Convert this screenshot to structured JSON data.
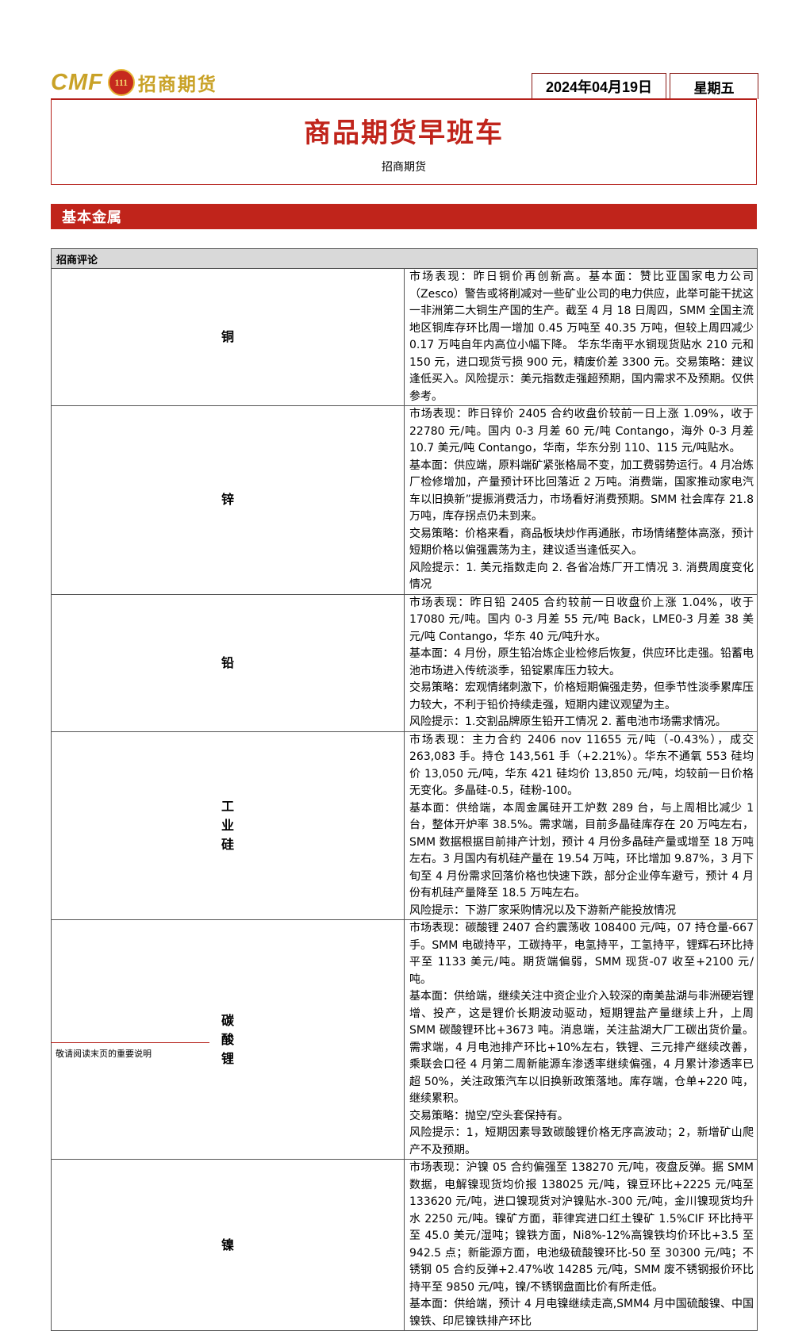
{
  "header": {
    "logo_cmf": "CMF",
    "logo_badge": "111",
    "logo_cn": "招商期货",
    "date": "2024年04月19日",
    "weekday": "星期五"
  },
  "title": "商品期货早班车",
  "subtitle": "招商期货",
  "section_title": "基本金属",
  "table_header": "招商评论",
  "rows": [
    {
      "metal": "铜",
      "paras": [
        "市场表现：昨日铜价再创新高。基本面：赞比亚国家电力公司（Zesco）警告或将削减对一些矿业公司的电力供应，此举可能干扰这一非洲第二大铜生产国的生产。截至 4 月 18 日周四，SMM 全国主流地区铜库存环比周一增加 0.45 万吨至 40.35 万吨，但较上周四减少 0.17 万吨自年内高位小幅下降。 华东华南平水铜现货贴水 210 元和 150 元，进口现货亏损 900 元，精废价差 3300 元。交易策略：建议逢低买入。风险提示：美元指数走强超预期，国内需求不及预期。仅供参考。"
      ]
    },
    {
      "metal": "锌",
      "paras": [
        "市场表现：昨日锌价 2405 合约收盘价较前一日上涨 1.09%，收于 22780 元/吨。国内 0-3 月差 60 元/吨 Contango，海外 0-3 月差 10.7 美元/吨 Contango，华南，华东分别 110、115 元/吨贴水。",
        "基本面：供应端，原料端矿紧张格局不变，加工费弱势运行。4 月冶炼厂检修增加，产量预计环比回落近 2 万吨。消费端，国家推动家电汽车以旧换新”提振消费活力，市场看好消费预期。SMM 社会库存 21.8 万吨，库存拐点仍未到来。",
        "交易策略：价格来看，商品板块炒作再通胀，市场情绪整体高涨，预计短期价格以偏强震荡为主，建议适当逢低买入。",
        "风险提示：1. 美元指数走向 2. 各省冶炼厂开工情况 3. 消费周度变化情况"
      ]
    },
    {
      "metal": "铅",
      "paras": [
        "市场表现：昨日铅 2405 合约较前一日收盘价上涨 1.04%，收于 17080 元/吨。国内 0-3 月差 55 元/吨 Back，LME0-3 月差 38 美元/吨 Contango，华东 40 元/吨升水。",
        "基本面：4 月份，原生铅冶炼企业检修后恢复，供应环比走强。铅蓄电池市场进入传统淡季，铅锭累库压力较大。",
        "交易策略：宏观情绪刺激下，价格短期偏强走势，但季节性淡季累库压力较大，不利于铅价持续走强，短期内建议观望为主。",
        "风险提示：1.交割品牌原生铅开工情况 2. 蓄电池市场需求情况。"
      ]
    },
    {
      "metal": "工业硅",
      "paras": [
        "市场表现：主力合约 2406 nov 11655 元/吨（-0.43%），成交 263,083 手。持仓 143,561 手（+2.21%）。华东不通氧 553 硅均价 13,050 元/吨，华东 421 硅均价 13,850 元/吨，均较前一日价格无变化。多晶硅-0.5，硅粉-100。",
        "基本面：供给端，本周金属硅开工炉数 289 台，与上周相比减少 1 台，整体开炉率 38.5%。需求端，目前多晶硅库存在 20 万吨左右，SMM 数据根据目前排产计划，预计 4 月份多晶硅产量或增至 18 万吨左右。3 月国内有机硅产量在 19.54 万吨，环比增加 9.87%，3 月下旬至 4 月份需求回落价格也快速下跌，部分企业停车避亏，预计 4 月份有机硅产量降至 18.5 万吨左右。",
        "风险提示：下游厂家采购情况以及下游新产能投放情况"
      ]
    },
    {
      "metal": "碳酸锂",
      "paras": [
        "市场表现：碳酸锂 2407 合约震荡收 108400 元/吨，07 持仓量-667 手。SMM 电碳持平，工碳持平，电氢持平，工氢持平，锂辉石环比持平至 1133 美元/吨。期货端偏弱，SMM 现货-07 收至+2100 元/吨。",
        "基本面：供给端，继续关注中资企业介入较深的南美盐湖与非洲硬岩锂增、投产，这是锂价长期波动驱动，短期锂盐产量继续上升，上周 SMM 碳酸锂环比+3673 吨。消息端，关注盐湖大厂工碳出货价量。需求端，4 月电池排产环比+10%左右，铁锂、三元排产继续改善，乘联会口径 4 月第二周新能源车渗透率继续偏强，4 月累计渗透率已超 50%，关注政策汽车以旧换新政策落地。库存端，仓单+220 吨，继续累积。",
        "交易策略：抛空/空头套保持有。",
        "风险提示：1，短期因素导致碳酸锂价格无序高波动；2，新增矿山爬产不及预期。"
      ]
    },
    {
      "metal": "镍",
      "paras": [
        "市场表现：沪镍 05 合约偏强至 138270 元/吨，夜盘反弹。据 SMM 数据，电解镍现货均价报 138025 元/吨，镍豆环比+2225 元/吨至 133620 元/吨，进口镍现货对沪镍贴水-300 元/吨，金川镍现货均升水 2250 元/吨。镍矿方面，菲律宾进口红土镍矿 1.5%CIF 环比持平至 45.0 美元/湿吨；镍铁方面，Ni8%-12%高镍铁均价环比+3.5 至 942.5 点；新能源方面，电池级硫酸镍环比-50 至 30300 元/吨；不锈钢 05 合约反弹+2.47%收 14285 元/吨，SMM 废不锈钢报价环比持平至 9850 元/吨，镍/不锈钢盘面比价有所走低。",
        "基本面：供给端，预计 4 月电镍继续走高,SMM4 月中国硫酸镍、中国镍铁、印尼镍铁排产环比"
      ]
    }
  ],
  "footer": "敬请阅读末页的重要说明"
}
